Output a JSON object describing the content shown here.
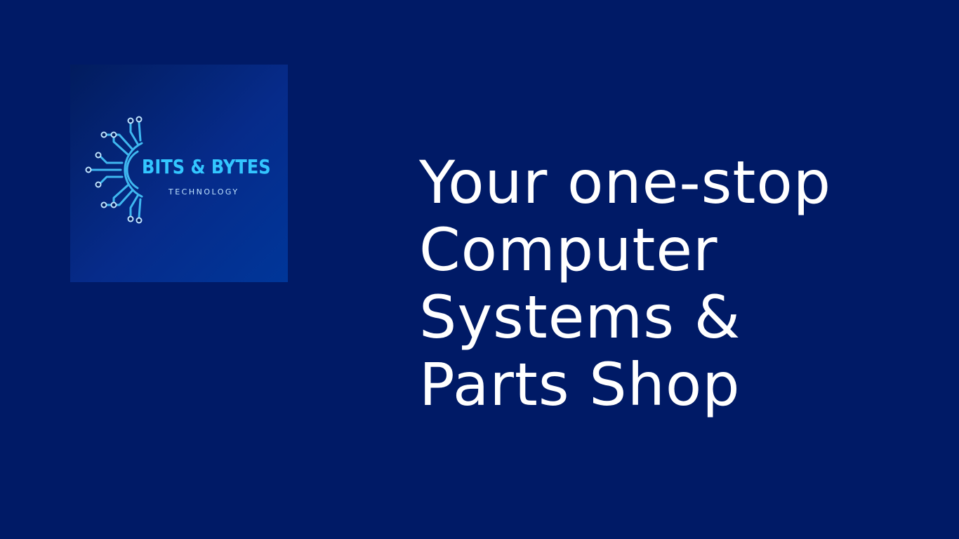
{
  "logo": {
    "brand_name": "BITS & BYTES",
    "brand_subtitle": "TECHNOLOGY",
    "icon": "circuit-icon",
    "accent_color": "#33c6ff"
  },
  "headline": {
    "lines": [
      "Your one-stop",
      "Computer",
      "Systems &",
      "Parts Shop"
    ]
  },
  "colors": {
    "background": "#001a66",
    "text": "#ffffff"
  }
}
